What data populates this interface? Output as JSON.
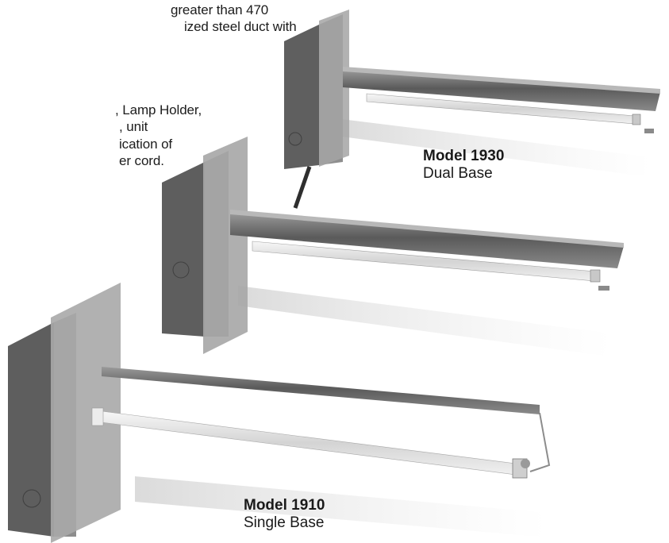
{
  "intro_lines": [
    "greater than 470",
    "ized steel duct with",
    "",
    ", Lamp Holder,",
    ", unit",
    "ication of",
    "er cord."
  ],
  "captions": {
    "model_1930": {
      "model": "Model 1930",
      "base": "Dual Base"
    },
    "model_1910": {
      "model": "Model 1910",
      "base": "Single Base"
    }
  },
  "colors": {
    "box_front": "#8f8f8f",
    "box_side": "#5e5e5e",
    "box_plate": "#a9a9a9",
    "channel": "#6b6b6b",
    "lamp": "#e4e4e4"
  }
}
